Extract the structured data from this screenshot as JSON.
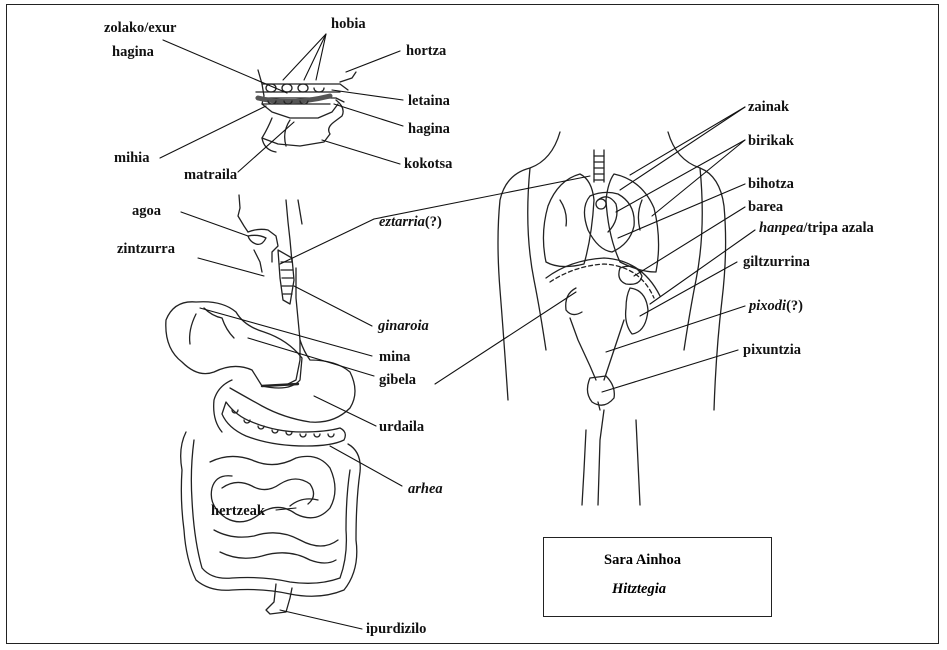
{
  "labels": {
    "zolako_exur": "zolako/exur",
    "hagina_left": "hagina",
    "hobia": "hobia",
    "hortza": "hortza",
    "letaina": "letaina",
    "hagina_right": "hagina",
    "mihia": "mihia",
    "matraila": "matraila",
    "kokotsa": "kokotsa",
    "agoa": "agoa",
    "eztarria": "eztarria",
    "eztarria_suffix": "(?)",
    "zintzurra": "zintzurra",
    "ginaroia": "ginaroia",
    "mina": "mina",
    "gibela": "gibela",
    "urdaila": "urdaila",
    "arhea": "arhea",
    "hertzeak": "hertzeak",
    "ipurdizilo": "ipurdizilo",
    "zainak": "zainak",
    "birikak": "birikak",
    "bihotza": "bihotza",
    "barea": "barea",
    "hanpea": "hanpea",
    "tripa_azala": "/tripa azala",
    "giltzurrina": "giltzurrina",
    "pixodi": "pixodi",
    "pixodi_suffix": "(?)",
    "pixuntzia": "pixuntzia"
  },
  "credit": {
    "name": "Sara  Ainhoa",
    "title": "Hitztegia"
  },
  "colors": {
    "ink": "#111111",
    "background": "#ffffff"
  }
}
